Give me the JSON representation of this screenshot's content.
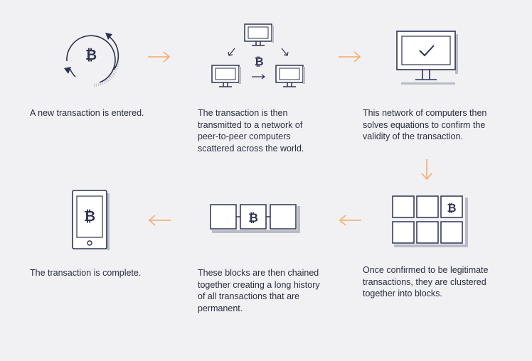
{
  "diagram": {
    "steps": [
      {
        "id": "step-1",
        "icon": "bitcoin-cycle-icon",
        "caption": "A new transaction is entered."
      },
      {
        "id": "step-2",
        "icon": "peer-network-icon",
        "caption": "The transaction is then\ntransmitted to a network of\npeer-to-peer computers\nscattered across the world."
      },
      {
        "id": "step-3",
        "icon": "monitor-check-icon",
        "caption": "This network of computers then\nsolves equations to confirm the\nvalidity of the transaction."
      },
      {
        "id": "step-4",
        "icon": "block-grid-icon",
        "caption": "Once confirmed to be legitimate\ntransactions, they are clustered\ntogether into blocks."
      },
      {
        "id": "step-5",
        "icon": "block-chain-icon",
        "caption": "These blocks are then chained\ntogether creating a long history\nof all transactions that are\npermanent."
      },
      {
        "id": "step-6",
        "icon": "phone-bitcoin-icon",
        "caption": "The transaction is complete."
      }
    ],
    "bitcoin_symbol": "₿",
    "colors": {
      "ink": "#2e3252",
      "arrow": "#f2b27a",
      "shadow": "#b9bbc6",
      "background": "#f1f1f4"
    }
  }
}
